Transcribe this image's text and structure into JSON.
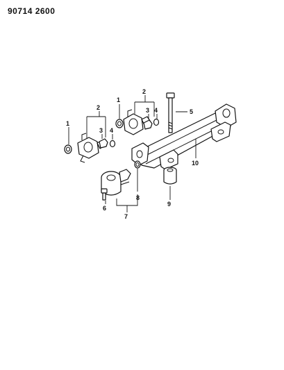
{
  "header": {
    "code": "90714 2600"
  },
  "callouts": [
    {
      "id": "c1a",
      "label": "1"
    },
    {
      "id": "c2a",
      "label": "2"
    },
    {
      "id": "c3a",
      "label": "3"
    },
    {
      "id": "c4a",
      "label": "4"
    },
    {
      "id": "c1b",
      "label": "1"
    },
    {
      "id": "c2b",
      "label": "2"
    },
    {
      "id": "c3b",
      "label": "3"
    },
    {
      "id": "c4b",
      "label": "4"
    },
    {
      "id": "c5",
      "label": "5"
    },
    {
      "id": "c6",
      "label": "6"
    },
    {
      "id": "c7",
      "label": "7"
    },
    {
      "id": "c8",
      "label": "8"
    },
    {
      "id": "c9",
      "label": "9"
    },
    {
      "id": "c10",
      "label": "10"
    }
  ]
}
